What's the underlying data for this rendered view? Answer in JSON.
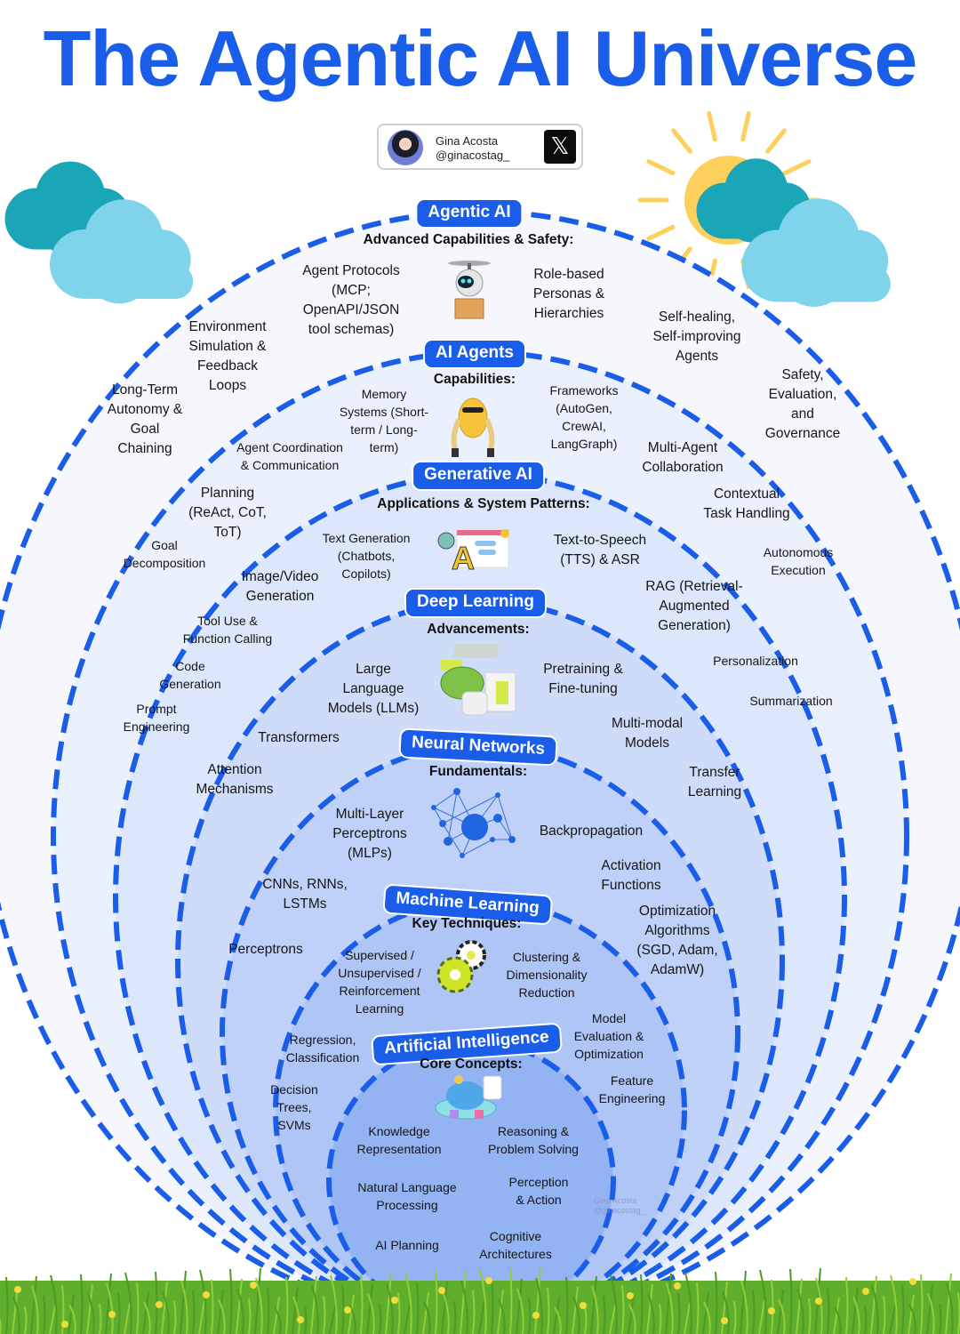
{
  "title": "The Agentic AI Universe",
  "author": {
    "name": "Gina Acosta",
    "handle": "@ginacostag_",
    "social_icon": "x-logo-icon",
    "social_glyph": "𝕏"
  },
  "watermark": {
    "name": "Gina Acosta",
    "handle": "@ginacostag_"
  },
  "colors": {
    "accent": "#1a5de8",
    "ring_fills": [
      "#f5f7fd",
      "#eaf0fc",
      "#dde7fb",
      "#cfdcf9",
      "#bfd1f8",
      "#afc5f6",
      "#94b3f3"
    ],
    "sun": "#fcd05a",
    "cloud_dark": "#1aa6b7",
    "cloud_light": "#7fd3ea",
    "grass": "#5fae2c"
  },
  "layers": [
    {
      "name": "Agentic AI",
      "heading": "Advanced Capabilities & Safety:",
      "icon": "drone-robot-icon",
      "items": [
        "Agent Protocols\n(MCP;\nOpenAPI/JSON\ntool schemas)",
        "Role-based\nPersonas &\nHierarchies",
        "Environment\nSimulation &\nFeedback\nLoops",
        "Self-healing,\nSelf-improving\nAgents",
        "Long-Term\nAutonomy &\nGoal\nChaining",
        "Safety,\nEvaluation,\nand\nGovernance"
      ]
    },
    {
      "name": "AI Agents",
      "heading": "Capabilities:",
      "icon": "robot-icon",
      "items": [
        "Memory\nSystems (Short-\nterm / Long-\nterm)",
        "Frameworks\n(AutoGen,\nCrewAI,\nLangGraph)",
        "Agent Coordination\n& Communication",
        "Multi-Agent\nCollaboration",
        "Planning\n(ReAct, CoT,\nToT)",
        "Contextual\nTask Handling",
        "Goal\nDecomposition",
        "Autonomous\nExecution",
        "Tool Use &\nFunction Calling",
        "Personalization",
        "Code\nGeneration",
        "Summarization",
        "Prompt\nEngineering"
      ]
    },
    {
      "name": "Generative AI",
      "heading": "Applications & System Patterns:",
      "icon": "text-generation-icon",
      "items": [
        "Text Generation\n(Chatbots,\nCopilots)",
        "Text-to-Speech\n(TTS) & ASR",
        "Image/Video\nGeneration",
        "RAG (Retrieval-\nAugmented\nGeneration)"
      ]
    },
    {
      "name": "Deep Learning",
      "heading": "Advancements:",
      "icon": "brain-computer-icon",
      "items": [
        "Large\nLanguage\nModels (LLMs)",
        "Pretraining &\nFine-tuning",
        "Multi-modal\nModels",
        "Transformers",
        "Transfer\nLearning",
        "Attention\nMechanisms"
      ]
    },
    {
      "name": "Neural Networks",
      "heading": "Fundamentals:",
      "icon": "neural-network-icon",
      "items": [
        "Multi-Layer\nPerceptrons\n(MLPs)",
        "Backpropagation",
        "Activation\nFunctions",
        "CNNs, RNNs,\nLSTMs",
        "Optimization\nAlgorithms\n(SGD, Adam,\nAdamW)",
        "Perceptrons"
      ]
    },
    {
      "name": "Machine Learning",
      "heading": "Key Techniques:",
      "icon": "gears-icon",
      "items": [
        "Supervised /\nUnsupervised /\nReinforcement\nLearning",
        "Clustering &\nDimensionality\nReduction",
        "Model\nEvaluation &\nOptimization",
        "Regression,\nClassification",
        "Feature\nEngineering",
        "Decision\nTrees,\nSVMs"
      ]
    },
    {
      "name": "Artificial Intelligence",
      "heading": "Core Concepts:",
      "icon": "ai-brain-platform-icon",
      "items": [
        "Knowledge\nRepresentation",
        "Reasoning &\nProblem Solving",
        "Natural Language\nProcessing",
        "Perception\n& Action",
        "AI Planning",
        "Cognitive\nArchitectures"
      ]
    }
  ]
}
